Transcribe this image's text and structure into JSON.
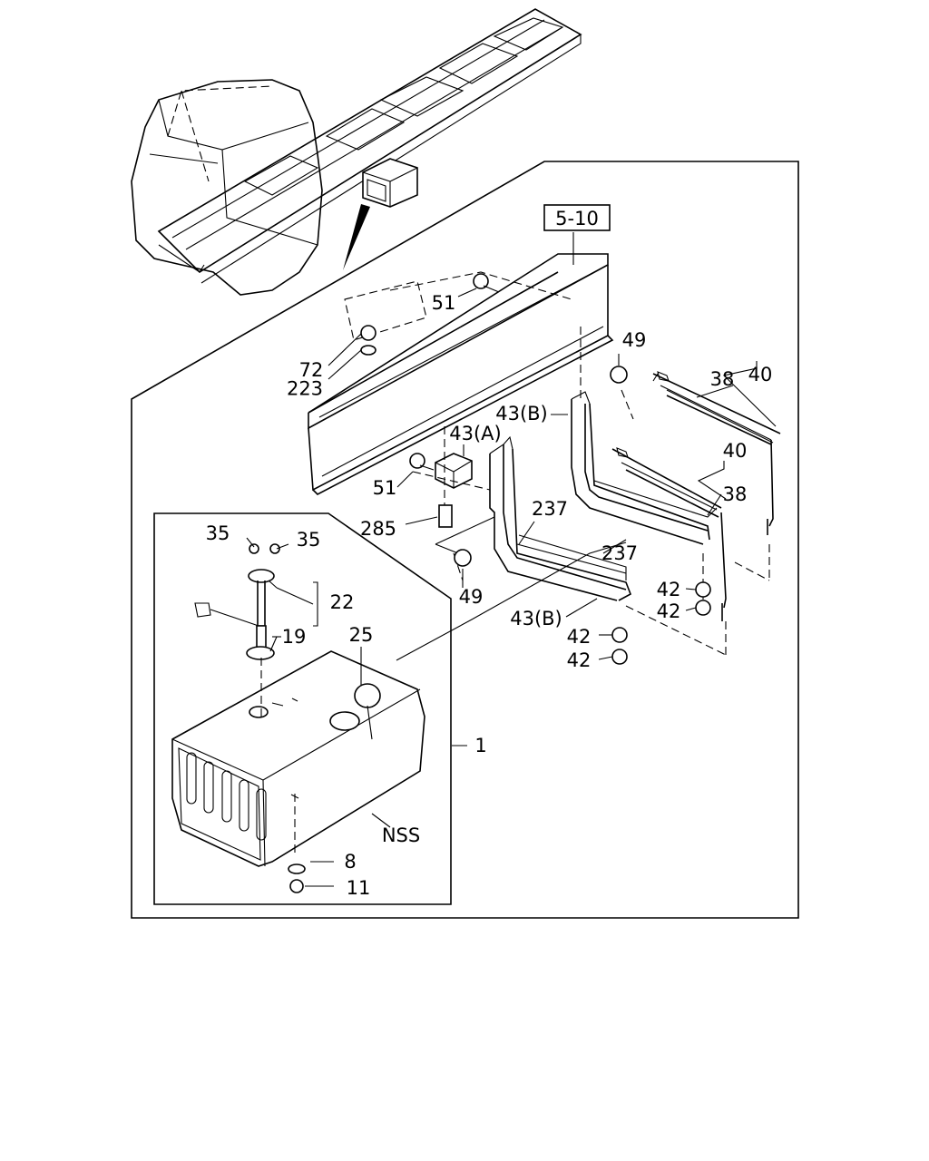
{
  "diagram": {
    "section_ref": "5-10",
    "callouts": {
      "c51a": "51",
      "c72": "72",
      "c223": "223",
      "c49a": "49",
      "c40a": "40",
      "c38a": "38",
      "c43b_a": "43(B)",
      "c43a": "43(A)",
      "c40b": "40",
      "c51b": "51",
      "c38b": "38",
      "c237a": "237",
      "c285": "285",
      "c237b": "237",
      "c35a": "35",
      "c35b": "35",
      "c22": "22",
      "c49b": "49",
      "c42a": "42",
      "c42b": "42",
      "c43b_b": "43(B)",
      "c19": "19",
      "c25": "25",
      "c42c": "42",
      "c42d": "42",
      "c1": "1",
      "cnss": "NSS",
      "c8": "8",
      "c11": "11"
    }
  }
}
